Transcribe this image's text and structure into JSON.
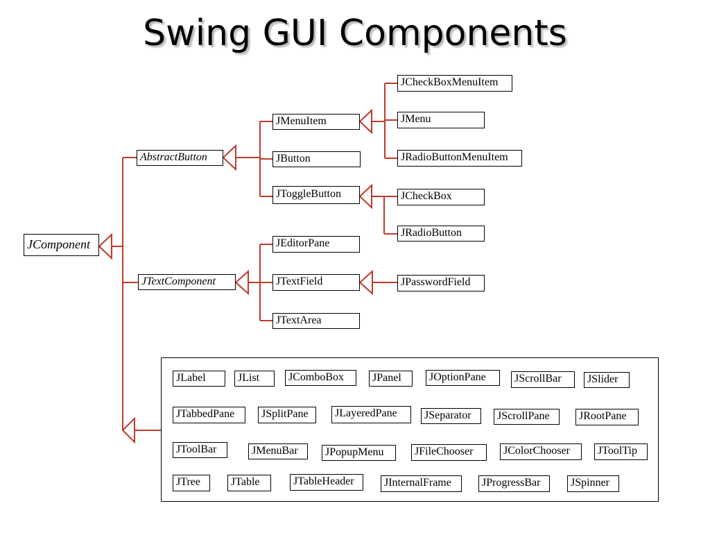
{
  "title": "Swing GUI Components",
  "colors": {
    "connector": "#c0392b",
    "border": "#000000"
  },
  "root": "JComponent",
  "abstract_button": {
    "label": "AbstractButton",
    "children": [
      "JMenuItem",
      "JButton",
      "JToggleButton"
    ],
    "menu_item_children": [
      "JCheckBoxMenuItem",
      "JMenu",
      "JRadioButtonMenuItem"
    ],
    "toggle_children": [
      "JCheckBox",
      "JRadioButton"
    ]
  },
  "text_component": {
    "label": "JTextComponent",
    "children": [
      "JEditorPane",
      "JTextField",
      "JTextArea"
    ],
    "text_field_children": [
      "JPasswordField"
    ]
  },
  "other_components": [
    [
      "JLabel",
      "JList",
      "JComboBox",
      "JPanel",
      "JOptionPane",
      "JScrollBar",
      "JSlider"
    ],
    [
      "JTabbedPane",
      "JSplitPane",
      "JLayeredPane",
      "JSeparator",
      "JScrollPane",
      "JRootPane"
    ],
    [
      "JToolBar",
      "JMenuBar",
      "JPopupMenu",
      "JFileChooser",
      "JColorChooser",
      "JToolTip"
    ],
    [
      "JTree",
      "JTable",
      "JTableHeader",
      "JInternalFrame",
      "JProgressBar",
      "JSpinner"
    ]
  ]
}
